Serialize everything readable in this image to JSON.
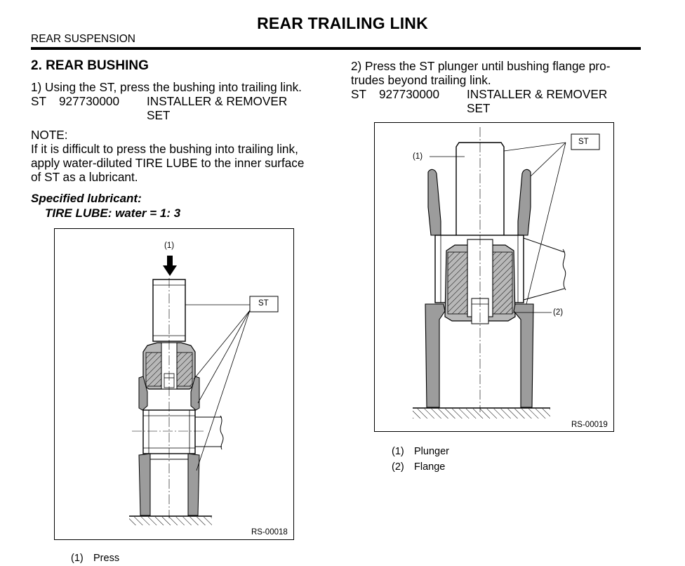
{
  "header": {
    "title": "REAR TRAILING LINK",
    "section": "REAR SUSPENSION"
  },
  "left": {
    "heading": "2.  REAR BUSHING",
    "step1": "1) Using the ST, press the bushing into trailing link.",
    "st": {
      "label": "ST",
      "number": "927730000",
      "name_line1": "INSTALLER & REMOVER",
      "name_line2": "SET"
    },
    "note_label": "NOTE:",
    "note_lines": [
      "If it is difficult to press the bushing into trailing link,",
      "apply water-diluted TIRE LUBE to the inner surface",
      "of ST as a lubricant."
    ],
    "lubricant_label": "Specified lubricant:",
    "lubricant_value": "TIRE LUBE: water = 1: 3",
    "figure": {
      "id": "RS-00018",
      "callout_1": "(1)",
      "callout_st": "ST"
    },
    "legend": [
      {
        "num": "(1)",
        "text": "Press"
      }
    ]
  },
  "right": {
    "step2_line1": "2) Press the ST plunger until bushing flange pro-",
    "step2_line2": "trudes beyond trailing link.",
    "st": {
      "label": "ST",
      "number": "927730000",
      "name_line1": "INSTALLER & REMOVER",
      "name_line2": "SET"
    },
    "figure": {
      "id": "RS-00019",
      "callout_1": "(1)",
      "callout_2": "(2)",
      "callout_st": "ST"
    },
    "legend": [
      {
        "num": "(1)",
        "text": "Plunger"
      },
      {
        "num": "(2)",
        "text": "Flange"
      }
    ]
  }
}
